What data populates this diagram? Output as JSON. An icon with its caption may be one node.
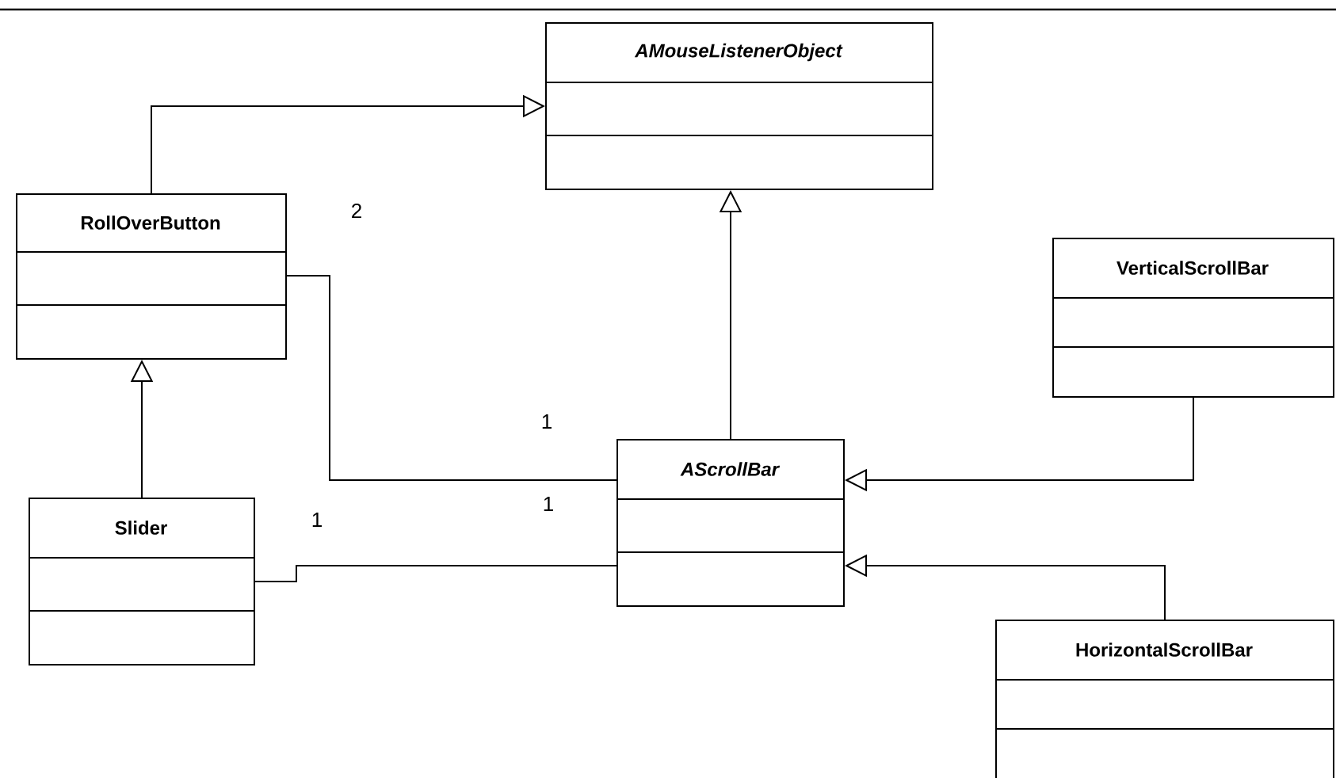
{
  "diagram": {
    "nodes": [
      {
        "text": [
          "AMouseListenerObject"
        ]
      },
      {
        "text": [
          "RollOverButton"
        ]
      },
      {
        "text": [
          "VerticalScrollBar"
        ]
      },
      {
        "text": [
          "AScrollBar"
        ]
      },
      {
        "text": [
          "Slider"
        ]
      },
      {
        "text": [
          "HorizontalScrollBar"
        ]
      }
    ],
    "edges": [
      {
        "from": 1,
        "to": 0,
        "arrow": "to"
      },
      {
        "from": 3,
        "to": 0,
        "arrow": "to"
      },
      {
        "from": 4,
        "to": 1,
        "arrow": "to"
      },
      {
        "from": 1,
        "to": 3,
        "arrow": "none"
      },
      {
        "from": 4,
        "to": 3,
        "arrow": "none"
      },
      {
        "from": 2,
        "to": 3,
        "arrow": "to"
      },
      {
        "from": 5,
        "to": 3,
        "arrow": "to"
      }
    ],
    "labels": [
      "2",
      "1",
      "1",
      "1"
    ]
  }
}
